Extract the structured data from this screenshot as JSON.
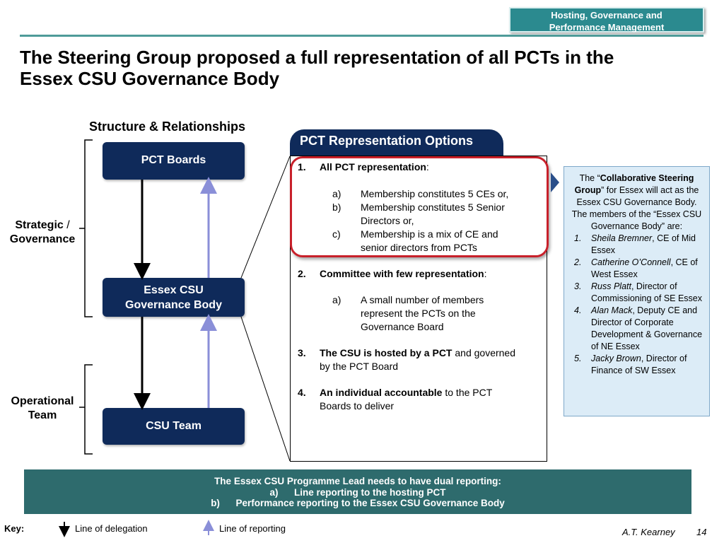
{
  "header": {
    "section_tag_line1": "Hosting, Governance and",
    "section_tag_line2": "Performance Management",
    "title_line1": "The Steering Group proposed a full representation of all PCTs in the",
    "title_line2": "Essex CSU Governance Body"
  },
  "structure": {
    "heading": "Structure & Relationships",
    "nodes": {
      "pct_boards": "PCT Boards",
      "governance_line1": "Essex CSU",
      "governance_line2": "Governance Body",
      "csu_team": "CSU Team"
    },
    "labels": {
      "strategic": "Strategic",
      "strategic_suffix": " /",
      "governance": "Governance",
      "operational": "Operational",
      "team": "Team"
    }
  },
  "options": {
    "header": "PCT Representation Options",
    "items": [
      {
        "num": "1.",
        "title": "All PCT representation",
        "title_suffix": ":",
        "subs": [
          {
            "letter": "a)",
            "line1": "Membership constitutes 5 CEs or,",
            "line2": ""
          },
          {
            "letter": "b)",
            "line1": "Membership constitutes 5 Senior",
            "line2": "Directors or,"
          },
          {
            "letter": "c)",
            "line1": "Membership is a mix of CE and",
            "line2": "senior directors from PCTs"
          }
        ]
      },
      {
        "num": "2.",
        "title": "Committee with few representation",
        "title_suffix": ":",
        "subs": [
          {
            "letter": "a)",
            "line1": "A small number of members",
            "line2": "represent the PCTs on the",
            "line3": "Governance Board"
          }
        ]
      },
      {
        "num": "3.",
        "title": "The CSU is hosted by a PCT",
        "rest_line1": " and governed",
        "rest_line2": "by the PCT Board"
      },
      {
        "num": "4.",
        "title": "An individual accountable",
        "rest_line1": " to the PCT",
        "rest_line2": "Boards to deliver"
      }
    ]
  },
  "collab": {
    "intro_pre": "The “",
    "intro_bold": "Collaborative Steering Group",
    "intro_post": "” for Essex will act as the Essex CSU Governance Body. The members of the “Essex CSU Governance Body” are:",
    "members": [
      {
        "num": "1.",
        "name": "Sheila Bremner",
        "role": ", CE of Mid Essex"
      },
      {
        "num": "2.",
        "name": "Catherine O’Connell",
        "role": ", CE of West Essex"
      },
      {
        "num": "3.",
        "name": "Russ Platt",
        "role": ", Director of Commissioning of SE Essex"
      },
      {
        "num": "4.",
        "name": "Alan Mack",
        "role": ", Deputy CE and Director of Corporate Development & Governance of NE Essex"
      },
      {
        "num": "5.",
        "name": "Jacky Brown",
        "role": ",  Director of Finance of SW Essex"
      }
    ]
  },
  "banner": {
    "line1": "The Essex CSU Programme Lead needs to have dual reporting:",
    "line2_letter": "a)",
    "line2_text": "Line reporting to the hosting PCT",
    "line3_letter": "b)",
    "line3_text": "Performance reporting to the Essex CSU Governance Body"
  },
  "key": {
    "label": "Key:",
    "delegation": "Line of delegation",
    "reporting": "Line of reporting"
  },
  "footer": {
    "brand": "A.T. Kearney",
    "page": "14"
  },
  "colors": {
    "navy": "#0f2a5a",
    "teal": "#2b8a8f",
    "banner": "#2e6b6d",
    "highlight_red": "#c8202a",
    "reporting_arrow": "#8a8fd8",
    "light_blue_box": "#dcecf7"
  }
}
